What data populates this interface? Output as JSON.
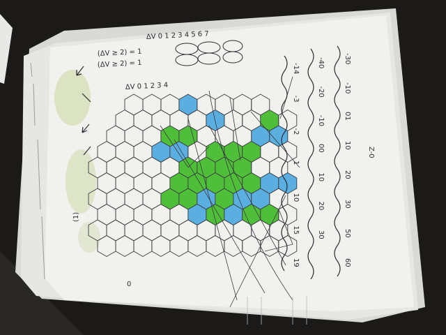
{
  "photo": {
    "subject": "hand-drawn hex grid map on paper",
    "colors": {
      "table": "#1c1a19",
      "paper": "#f1f1ee",
      "green_hex": "#4fbf3a",
      "blue_hex": "#5aaee0",
      "pencil": "#3a3a3f",
      "stain": "#c9d7a0"
    }
  },
  "notes": {
    "top_header": "ΔV 0  1 2 3  4  5  6  7",
    "row_one": "(ΔV ≥ 2) = 1",
    "row_two": "(ΔV ≥ 2) = 1",
    "grid_header": "ΔV 0  1  2  3  4",
    "left_label": "(1)",
    "bottom_label": "0",
    "scale_label": "Z-0",
    "column_a": [
      "-14",
      "-3",
      "-2",
      "1",
      "10",
      "15",
      "19"
    ],
    "column_b": [
      "-40",
      "-20",
      "-10",
      "00",
      "10",
      "20",
      "30"
    ],
    "column_c": [
      "-30",
      "-10",
      "01",
      "10",
      "20",
      "30",
      "50",
      "60"
    ]
  }
}
